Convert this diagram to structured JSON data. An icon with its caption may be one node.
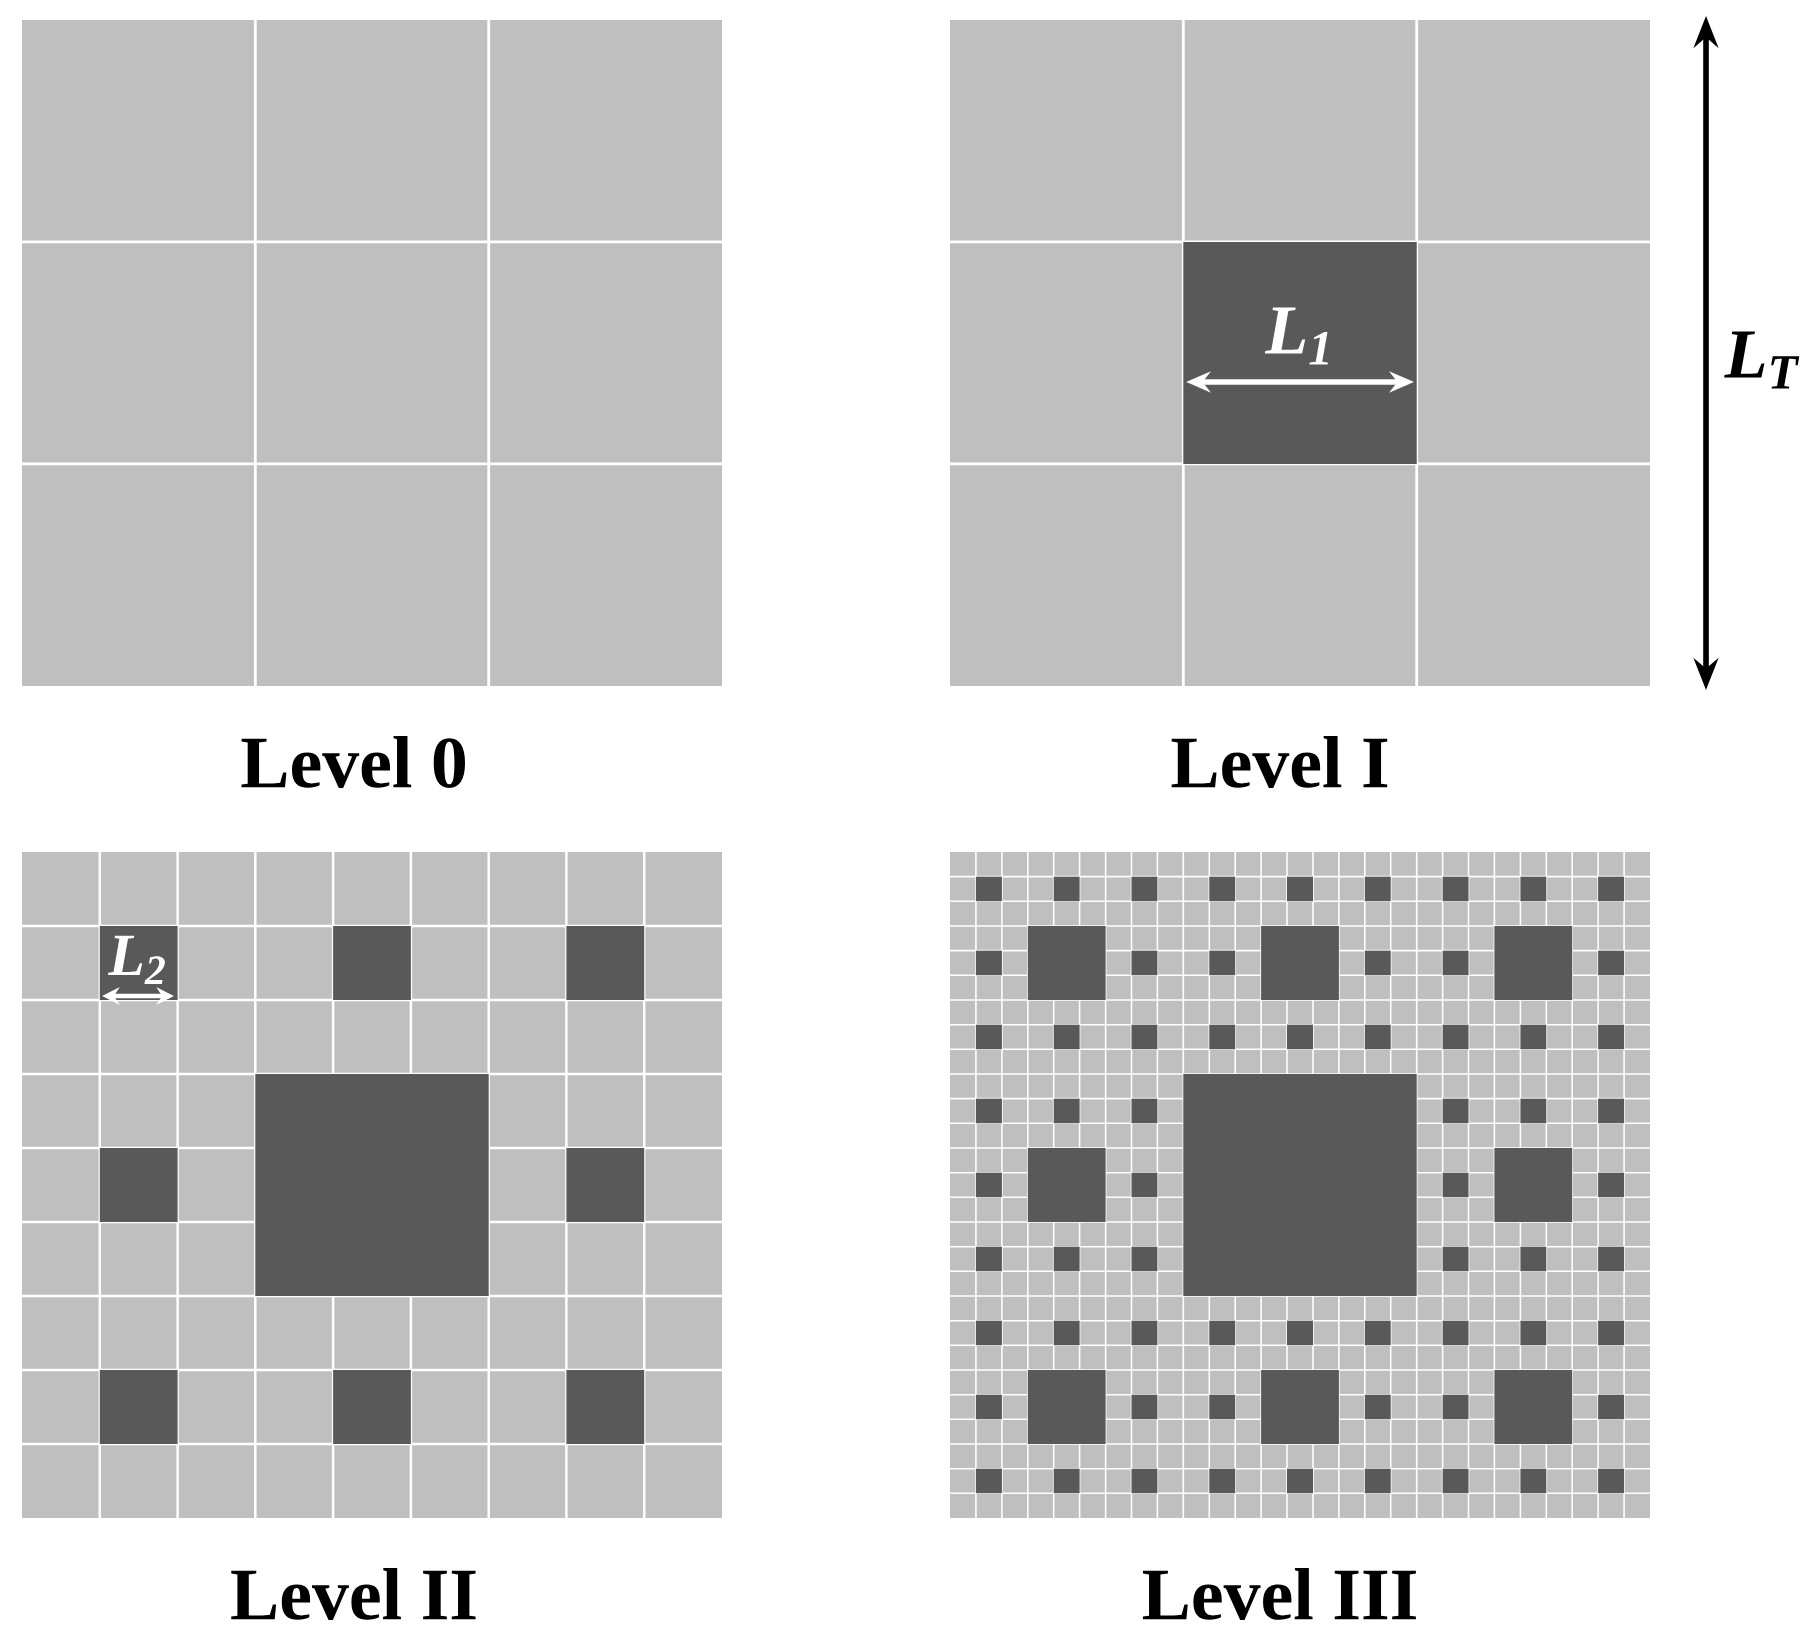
{
  "diagram": {
    "labels": [
      "L$_{1}$",
      "L$_{T}$",
      "Level 0",
      "Level I",
      "L$_{2}$",
      "Level II",
      "Level III"
    ]
  }
}
